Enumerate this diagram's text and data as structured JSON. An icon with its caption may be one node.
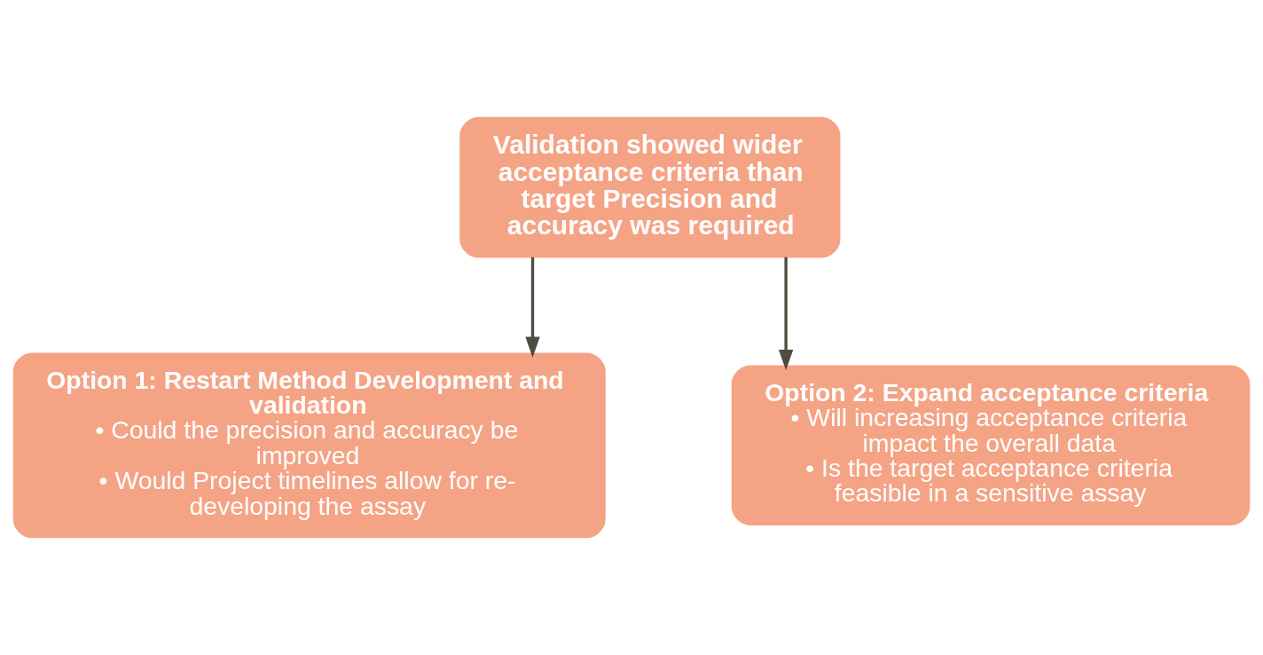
{
  "diagram": {
    "nodes": [
      {
        "text": [
          "Validation showed wider acceptance criteria than target Precision and accuracy was required"
        ]
      },
      {
        "text": [
          "Option 1: Restart Method Development and validation",
          "• Could the precision and accuracy be improved",
          "• Would Project timelines allow for re-developing the assay"
        ]
      },
      {
        "text": [
          "Option 2: Expand acceptance criteria",
          "• Will increasing acceptance criteria impact the overall data",
          "• Is the target acceptance criteria feasible in a sensitive assay"
        ]
      }
    ],
    "edges": [
      {
        "from": 0,
        "to": 1,
        "arrow": "to"
      },
      {
        "from": 0,
        "to": 2,
        "arrow": "to"
      }
    ]
  }
}
